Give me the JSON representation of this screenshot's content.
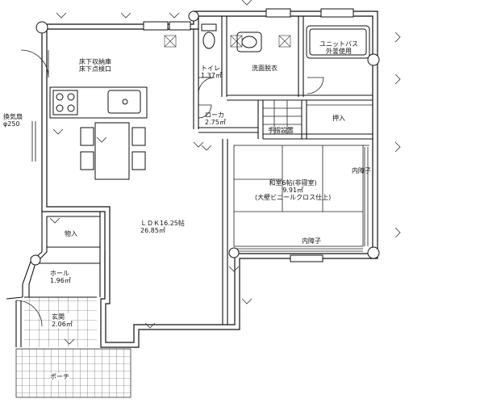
{
  "rooms": {
    "underfloor": {
      "line1": "床下収納庫",
      "line2": "床下点検口"
    },
    "toilet": {
      "name": "トイレ",
      "area": "1.37㎡"
    },
    "washroom": {
      "name": "洗面脱衣"
    },
    "bath": {
      "line1": "ユニットバス",
      "line2": "外釜使用"
    },
    "corridor": {
      "name": "ローカ",
      "area": "2.75㎡"
    },
    "handrail": {
      "name": "手摺設置"
    },
    "closet": {
      "name": "押入"
    },
    "washitsu": {
      "line1": "和室6帖(非寝室)",
      "line2": "9.91㎡",
      "line3": "(大壁ビニールクロス仕上)"
    },
    "uchishoji_right": {
      "name": "内障子"
    },
    "uchishoji_bottom": {
      "name": "内障子"
    },
    "ldk": {
      "name": "ＬＤＫ16.25帖",
      "area": "26.85㎡"
    },
    "storage": {
      "name": "物入"
    },
    "hall": {
      "name": "ホール",
      "area": "1.96㎡"
    },
    "entrance": {
      "name": "玄関",
      "area": "2.06㎡"
    },
    "porch": {
      "name": "ポーチ"
    },
    "vent": {
      "line1": "換気扇",
      "line2": "φ250"
    }
  },
  "colors": {
    "wall": "#111111",
    "hatch": "#555555",
    "line": "#222222"
  }
}
